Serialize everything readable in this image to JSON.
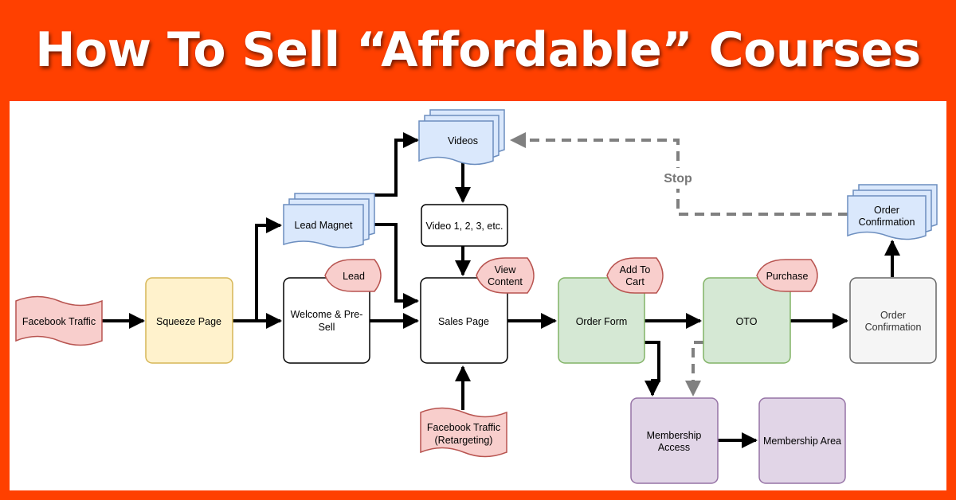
{
  "title": "How To Sell “Affordable” Courses",
  "colors": {
    "background": "#ff4000",
    "traffic_fill": "#f8cecc",
    "traffic_stroke": "#b85450",
    "squeeze_fill": "#fff2cc",
    "squeeze_stroke": "#d6b656",
    "doc_fill": "#dae8fc",
    "doc_stroke": "#6c8ebf",
    "order_fill": "#d5e8d4",
    "order_stroke": "#82b366",
    "member_fill": "#e1d5e7",
    "member_stroke": "#9673a6",
    "confirm_fill": "#f5f5f5",
    "confirm_stroke": "#666666"
  },
  "diagram": {
    "facebook_traffic": "Facebook Traffic",
    "squeeze_page": "Squeeze Page",
    "lead_magnet": "Lead Magnet",
    "videos": "Videos",
    "video_list": "Video 1, 2, 3, etc.",
    "welcome_line1": "Welcome & Pre-",
    "welcome_line2": "Sell",
    "lead_tag": "Lead",
    "sales_page": "Sales Page",
    "view_content_line1": "View",
    "view_content_line2": "Content",
    "retargeting_line1": "Facebook Traffic",
    "retargeting_line2": "(Retargeting)",
    "order_form": "Order Form",
    "add_to_cart_line1": "Add To",
    "add_to_cart_line2": "Cart",
    "oto": "OTO",
    "purchase_tag": "Purchase",
    "order_confirmation_line1": "Order",
    "order_confirmation_line2": "Confirmation",
    "order_confirmation_doc_line1": "Order",
    "order_confirmation_doc_line2": "Confirmation",
    "stop_label": "Stop",
    "membership_access_line1": "Membership",
    "membership_access_line2": "Access",
    "membership_area": "Membership Area"
  }
}
